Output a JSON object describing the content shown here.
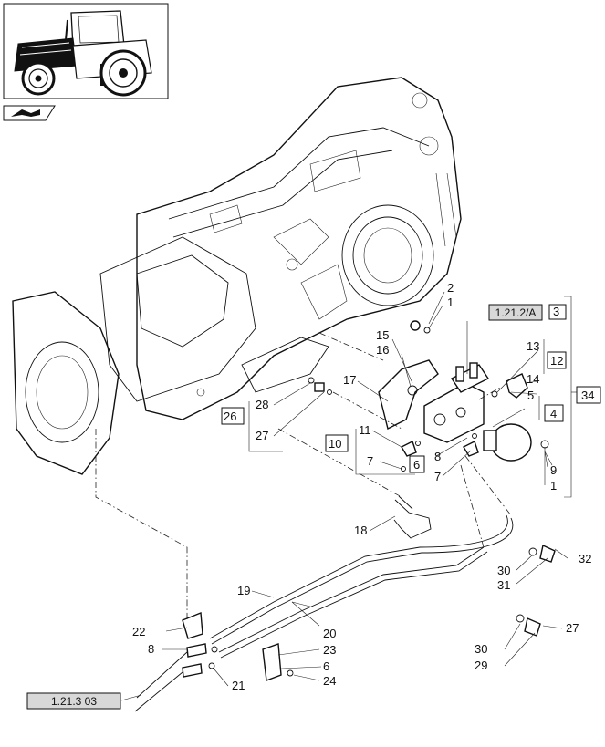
{
  "thumbnail": {
    "alt_icon": "tractor-icon"
  },
  "nav_icon": "book-arrow-icon",
  "ref_boxes": {
    "ref_1_21_2_A": "1.21.2/A",
    "ref_1_21_3_03": "1.21.3 03"
  },
  "callouts": {
    "c1a": "1",
    "c2": "2",
    "c3": "3",
    "c34": "34",
    "c15": "15",
    "c16": "16",
    "c17": "17",
    "c13": "13",
    "c12": "12",
    "c14": "14",
    "c5": "5",
    "c4": "4",
    "c28": "28",
    "c26": "26",
    "c27a": "27",
    "c11": "11",
    "c10": "10",
    "c7a": "7",
    "c6a": "6",
    "c8a": "8",
    "c7b": "7",
    "c9": "9",
    "c1b": "1",
    "c18": "18",
    "c19": "19",
    "c20": "20",
    "c22": "22",
    "c8b": "8",
    "c23": "23",
    "c6b": "6",
    "c24": "24",
    "c21": "21",
    "c30a": "30",
    "c31": "31",
    "c32": "32",
    "c30b": "30",
    "c29": "29",
    "c27b": "27"
  }
}
